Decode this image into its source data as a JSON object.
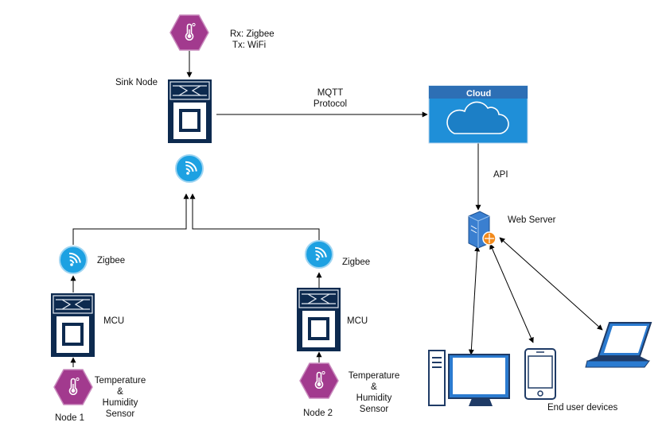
{
  "diagram": {
    "sink": {
      "label": "Sink Node",
      "sensor_rx": "Rx: Zigbee",
      "sensor_tx": "Tx: WiFi"
    },
    "link": {
      "protocol_line1": "MQTT",
      "protocol_line2": "Protocol",
      "api": "API"
    },
    "cloud": {
      "title": "Cloud"
    },
    "web_server": {
      "label": "Web Server"
    },
    "end_user": {
      "label": "End user devices"
    },
    "node1": {
      "label": "Node 1",
      "zigbee": "Zigbee",
      "mcu": "MCU",
      "sensor_line1": "Temperature",
      "sensor_line2": "&",
      "sensor_line3": "Humidity",
      "sensor_line4": "Sensor"
    },
    "node2": {
      "label": "Node 2",
      "zigbee": "Zigbee",
      "mcu": "MCU",
      "sensor_line1": "Temperature",
      "sensor_line2": "&",
      "sensor_line3": "Humidity",
      "sensor_line4": "Sensor"
    }
  },
  "colors": {
    "sensor_hex": "#a23a8e",
    "wifi_circle": "#1da1e2",
    "node_box_dark": "#0d2a4f",
    "cloud_blue": "#1f8fd8",
    "cloud_header": "#2d6fb5",
    "device_blue": "#2b7bd0"
  },
  "icons": [
    "thermometer-icon",
    "wifi-icon",
    "cloud-icon",
    "server-icon",
    "desktop-icon",
    "phone-icon",
    "laptop-icon"
  ]
}
